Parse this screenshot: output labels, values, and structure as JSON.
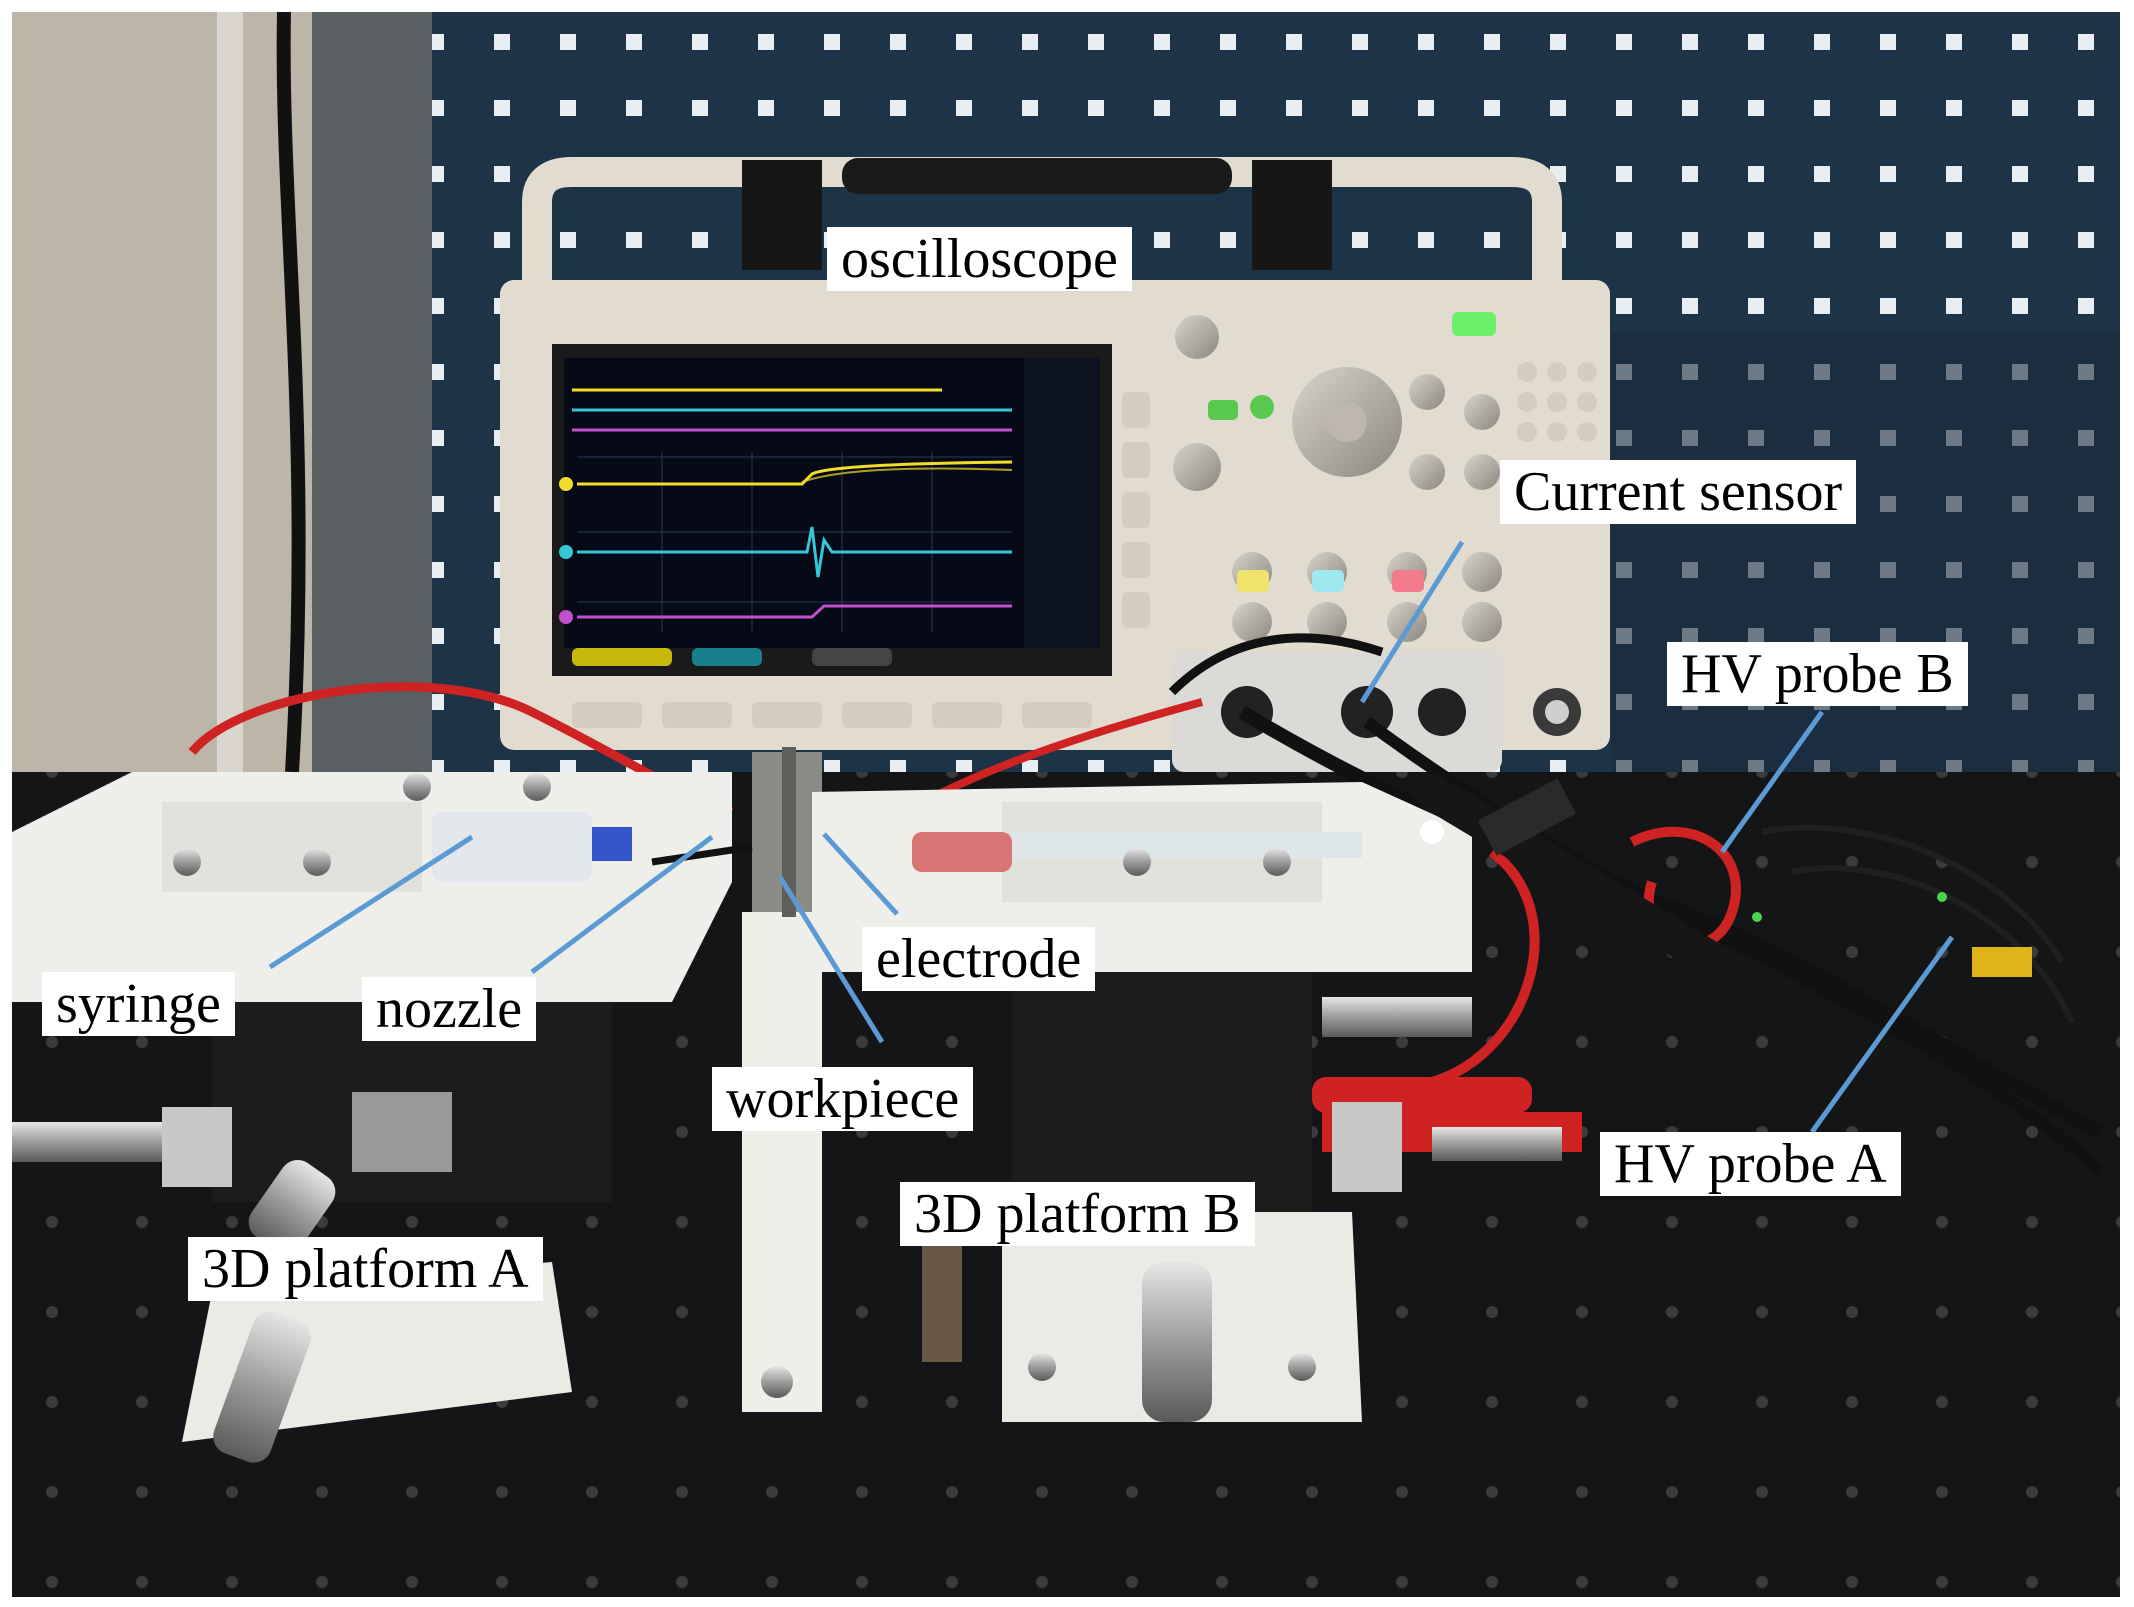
{
  "figure": {
    "labels": {
      "oscilloscope": "oscilloscope",
      "current_sensor": "Current sensor",
      "hv_probe_b": "HV probe B",
      "syringe": "syringe",
      "nozzle": "nozzle",
      "electrode": "electrode",
      "workpiece": "workpiece",
      "hv_probe_a": "HV probe A",
      "platform_a": "3D platform A",
      "platform_b": "3D platform B"
    },
    "colors": {
      "leader_line": "#5b9bd5",
      "label_bg": "#ffffff",
      "pegboard": "#1d3347",
      "table": "#141516",
      "fixture_white": "#eeeeea",
      "scope_body": "#e2dcd0",
      "trace_yellow": "#f2dd2a",
      "trace_cyan": "#35c7d8",
      "trace_magenta": "#c34fd0",
      "cable_red": "#cf2323"
    }
  }
}
